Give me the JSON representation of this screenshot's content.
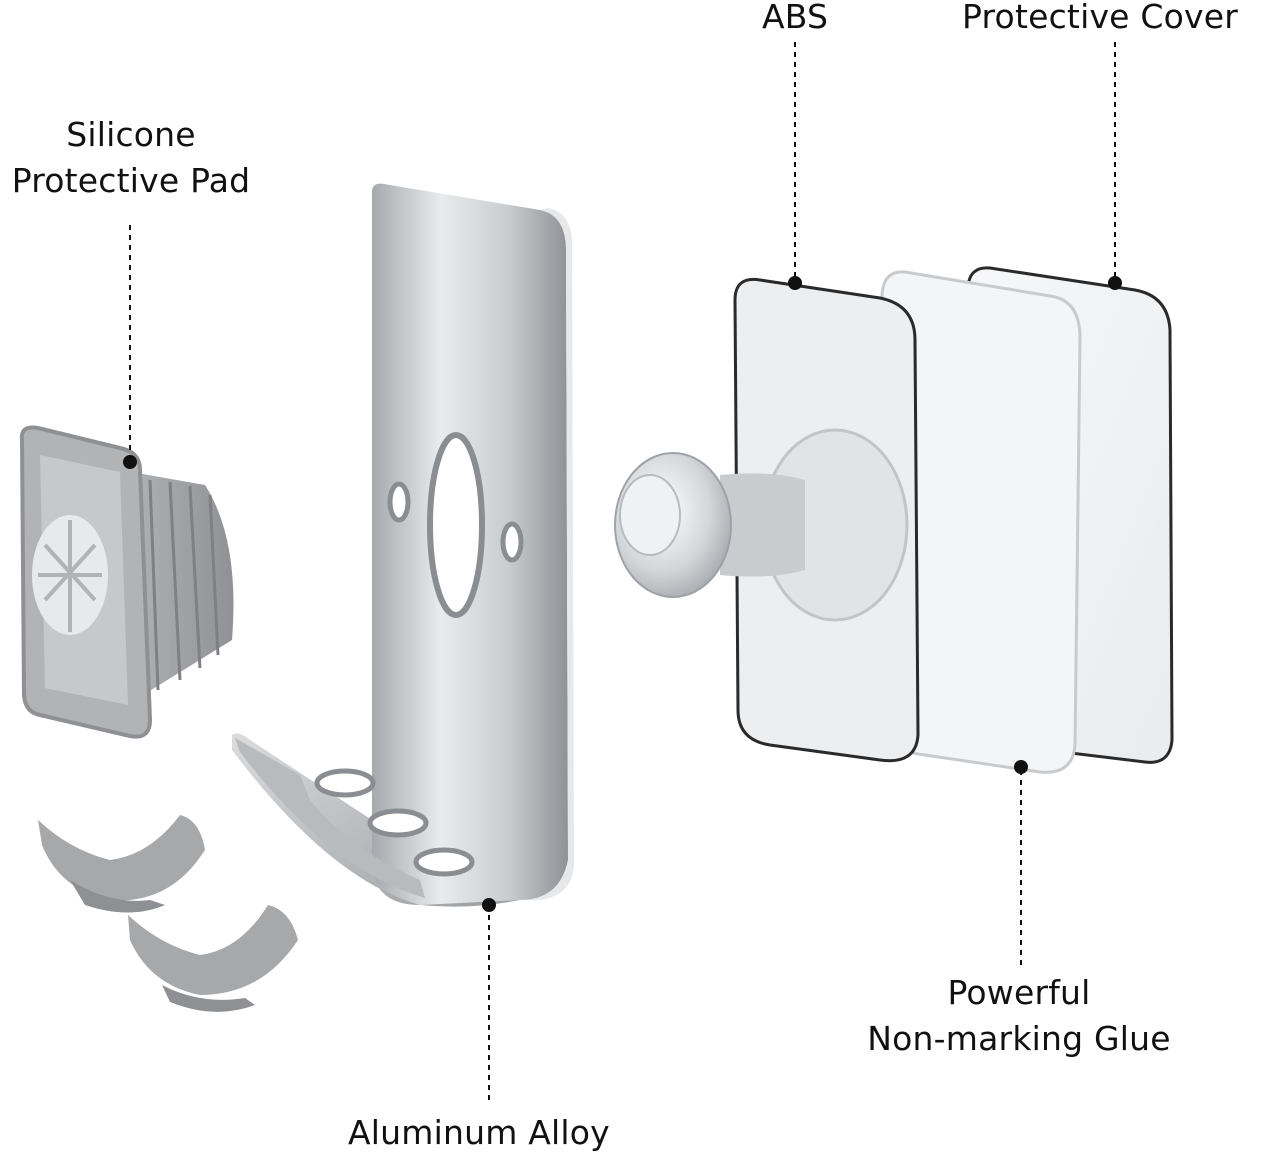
{
  "labels": {
    "silicone_pad": {
      "line1": "Silicone",
      "line2": "Protective Pad"
    },
    "abs": "ABS",
    "protective_cover": "Protective Cover",
    "glue": {
      "line1": "Powerful",
      "line2": "Non-marking Glue"
    },
    "aluminum": "Aluminum Alloy"
  },
  "colors": {
    "silicone": "#a9abad",
    "silicone_dark": "#8e9093",
    "metal_light": "#eceeef",
    "metal_dark": "#9a9da1",
    "film_edge": "#2a2a2a",
    "leader": "#111111"
  }
}
